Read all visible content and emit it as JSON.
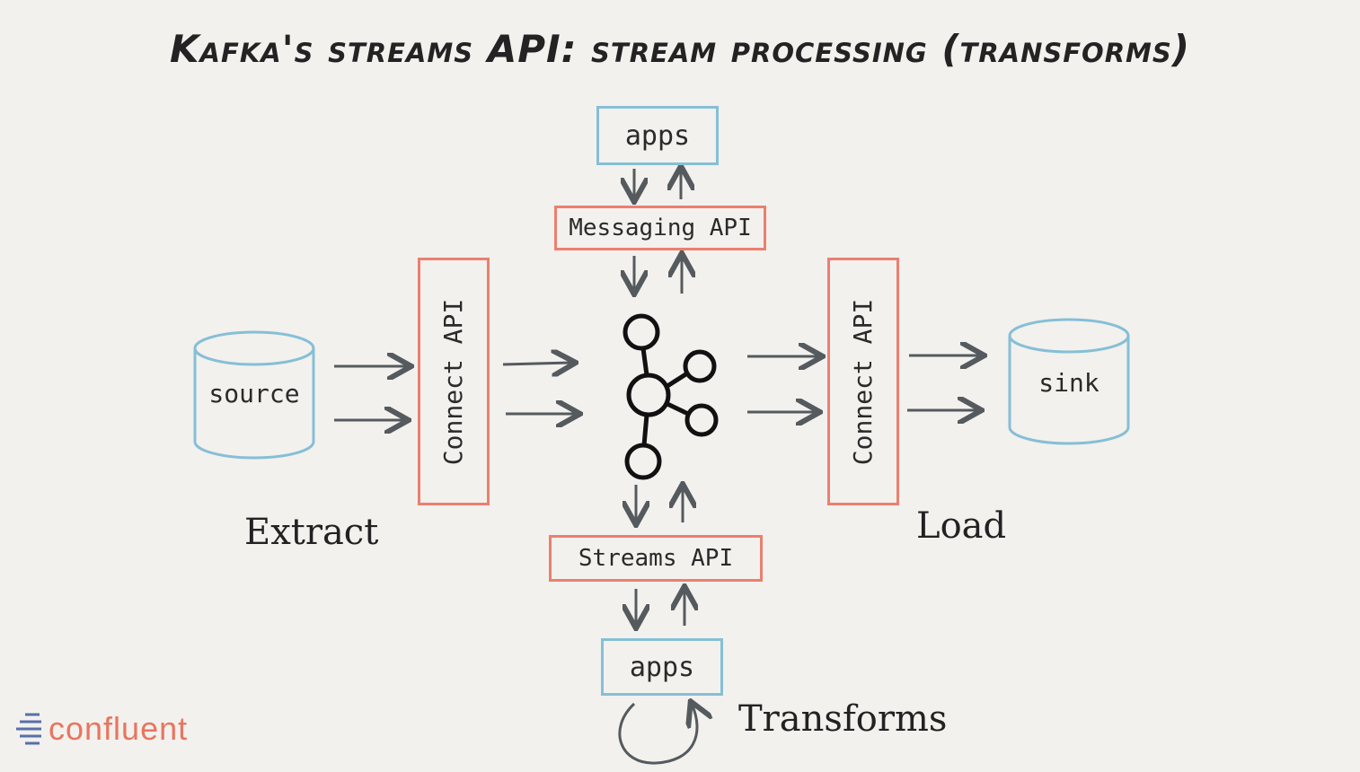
{
  "title": "Kafka's streams API: stream processing (transforms)",
  "nodes": {
    "apps_top": "apps",
    "messaging_api": "Messaging API",
    "connect_api_left": "Connect API",
    "connect_api_right": "Connect API",
    "source": "source",
    "sink": "sink",
    "streams_api": "Streams API",
    "apps_bottom": "apps"
  },
  "labels": {
    "extract": "Extract",
    "load": "Load",
    "transforms": "Transforms"
  },
  "logo": {
    "text": "confluent"
  },
  "colors": {
    "background": "#f2f1ee",
    "blue_box": "#86bfd6",
    "red_box": "#ec7f6f",
    "arrow": "#555a5e",
    "logo": "#e8755f"
  },
  "icons": {
    "kafka": "kafka-logo-icon",
    "loop": "loop-arrow-icon"
  }
}
